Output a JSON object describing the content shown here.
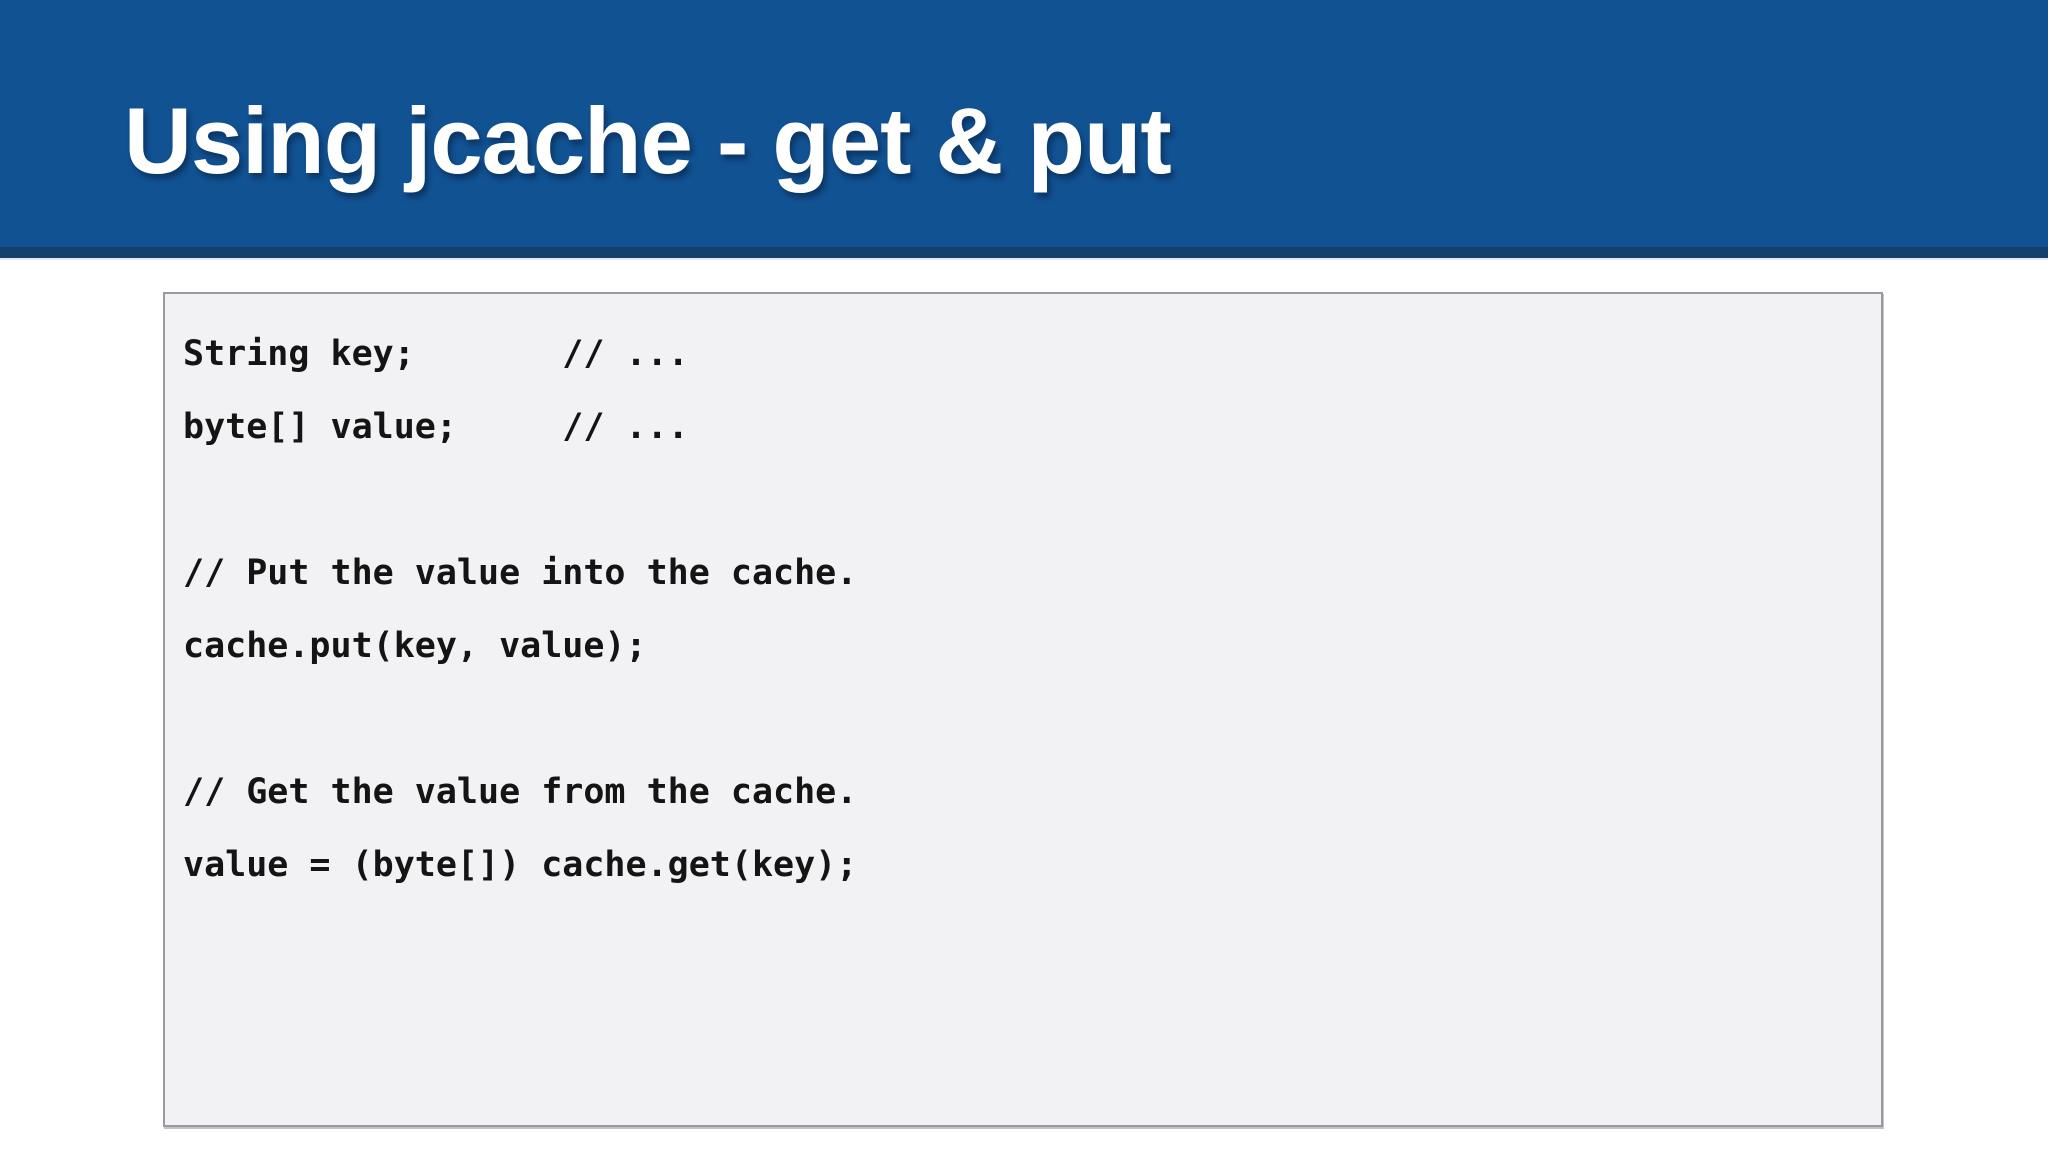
{
  "slide": {
    "title": "Using jcache - get & put"
  },
  "code_panel": {
    "language_hint": "java",
    "lines": [
      "String key;       // ...",
      "byte[] value;     // ...",
      "",
      "// Put the value into the cache.",
      "cache.put(key, value);",
      "",
      "// Get the value from the cache.",
      "value = (byte[]) cache.get(key);"
    ]
  },
  "colors": {
    "header_blue": "#115293",
    "header_dark_strip": "#153F6F",
    "header_under_line": "#E8E7F5",
    "page_bg": "#FFFFFF",
    "code_bg": "#F2F1F3",
    "code_border": "#9A99A1",
    "code_text": "#141414",
    "title_text": "#FFFFFF"
  }
}
